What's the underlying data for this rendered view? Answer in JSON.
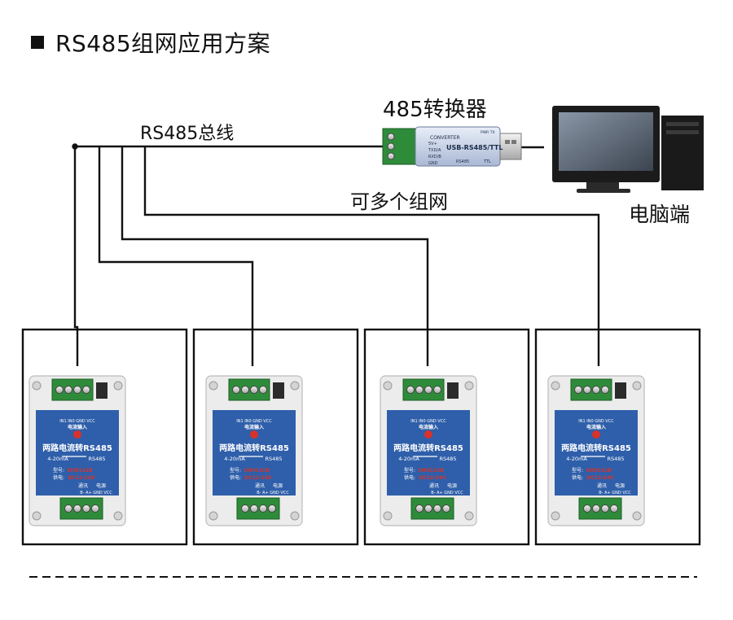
{
  "title": "RS485组网应用方案",
  "labels": {
    "bus": "RS485总线",
    "converter": "485转换器",
    "multi_network": "可多个组网",
    "pc": "电脑端"
  },
  "converter": {
    "model": "USB-RS485/TTL",
    "brand": "CONVERTER",
    "pins": [
      "5V+",
      "TXD/A",
      "RXD/B",
      "GND"
    ],
    "tags": [
      "PWR TX",
      "TTL",
      "RS485"
    ]
  },
  "module": {
    "input_header": "IN1 IN0 GND VCC",
    "input_label": "电流输入",
    "name": "两路电流转RS485",
    "range": "4-20mA",
    "protocol": "RS485",
    "model_label": "型号:",
    "model": "SM9132B",
    "power_label": "供电:",
    "power": "DC12-24V",
    "comm_label": "通讯",
    "power_section_label": "电源",
    "bottom_header": "B- A+ GND VCC"
  },
  "modules_count": 4,
  "colors": {
    "module_blue": "#2f5faa",
    "terminal_green": "#2e8b3a",
    "line": "#111111",
    "red_text": "#d8322a"
  }
}
